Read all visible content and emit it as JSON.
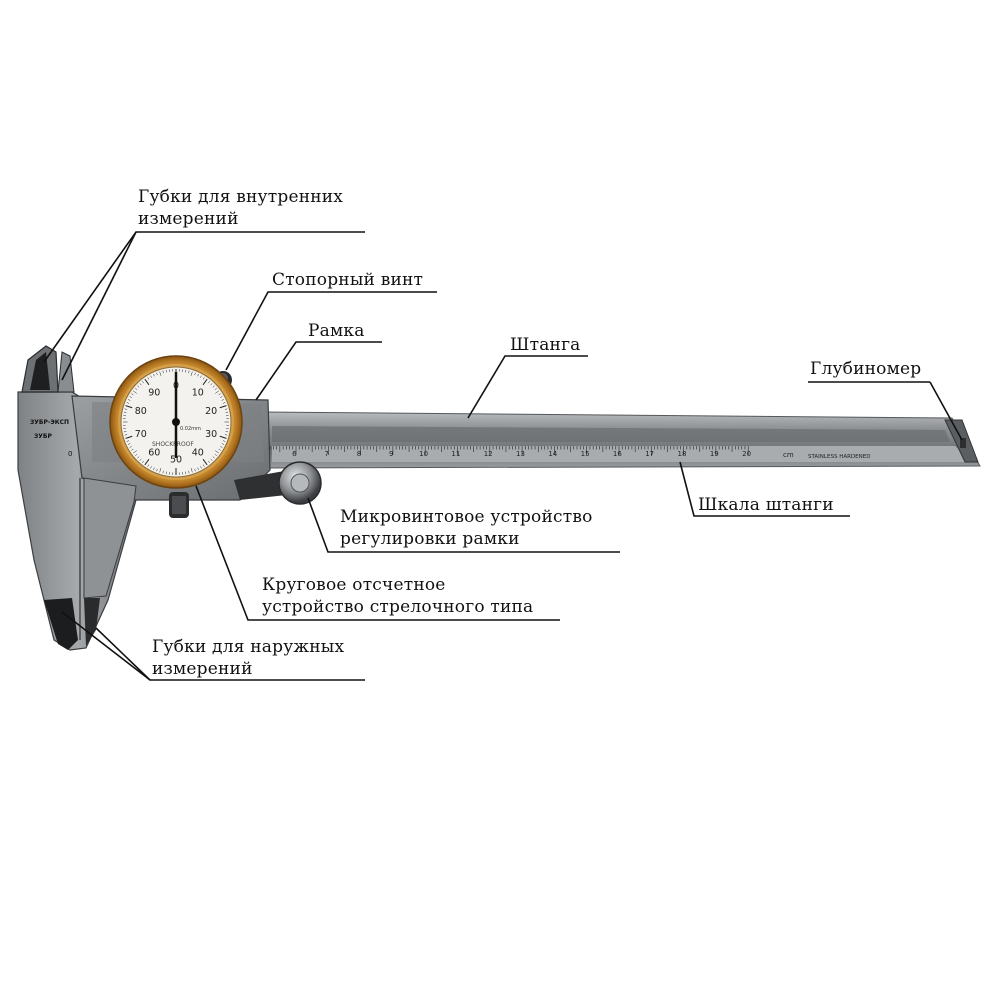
{
  "labels": {
    "inner_jaws": {
      "line1": "Губки для внутренних",
      "line2": "измерений"
    },
    "lock_screw": "Стопорный винт",
    "frame": "Рамка",
    "beam": "Штанга",
    "depth_gauge": "Глубиномер",
    "fine_adjust": {
      "line1": "Микровинтовое устройство",
      "line2": "регулировки рамки"
    },
    "beam_scale": "Шкала штанги",
    "dial_indicator": {
      "line1": "Круговое отсчетное",
      "line2": "устройство стрелочного типа"
    },
    "outer_jaws": {
      "line1": "Губки для наружных",
      "line2": "измерений"
    }
  },
  "dial": {
    "numbers": [
      "0",
      "10",
      "20",
      "30",
      "40",
      "50",
      "60",
      "70",
      "80",
      "90"
    ],
    "brand_text": "SHOCKPROOF",
    "resolution_text": "0.02mm"
  },
  "scale": {
    "numbers": [
      "6",
      "7",
      "8",
      "9",
      "10",
      "11",
      "12",
      "13",
      "14",
      "15",
      "16",
      "17",
      "18",
      "19",
      "20"
    ],
    "unit": "cm",
    "stamp": "STAINLESS HARDENED"
  },
  "head_marks": {
    "brand_line1": "ЗУБР-ЭКСП",
    "brand_line2": "ЗУБР",
    "zero": "0"
  },
  "colors": {
    "steel": "#8a8d90",
    "steel_dark": "#4a4c4f",
    "dial_rim": "#c8912e",
    "dial_face": "#f4f2ee",
    "line": "#111111"
  }
}
